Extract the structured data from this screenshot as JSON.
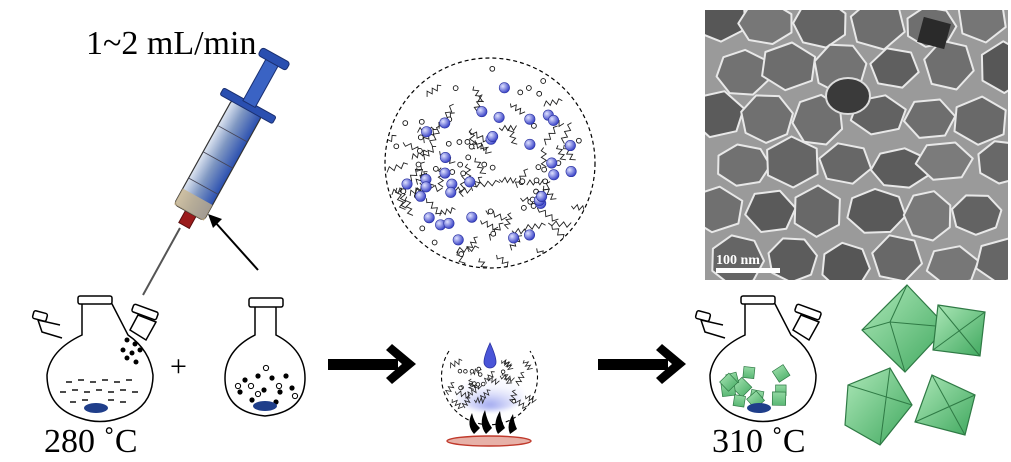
{
  "labels": {
    "flow_rate": "1~2 mL/min",
    "temp_start": "280 ˚C",
    "temp_end": "310 ˚C",
    "plus": "+",
    "scale_bar": "100 nm"
  },
  "colors": {
    "sphere": "#4a55d8",
    "sphere_light": "#c9ccf7",
    "syringe_blue": "#2a4fb0",
    "needle_red": "#9b1b1b",
    "crystal_green": "#5fc47a",
    "crystal_edge": "#2f7a45",
    "tem_bg": "#9a9a9a",
    "heater_red": "#c0392b"
  },
  "icons": [
    "syringe-icon",
    "three-neck-flask-icon",
    "round-flask-icon",
    "heater-icon",
    "octahedron-icon"
  ]
}
